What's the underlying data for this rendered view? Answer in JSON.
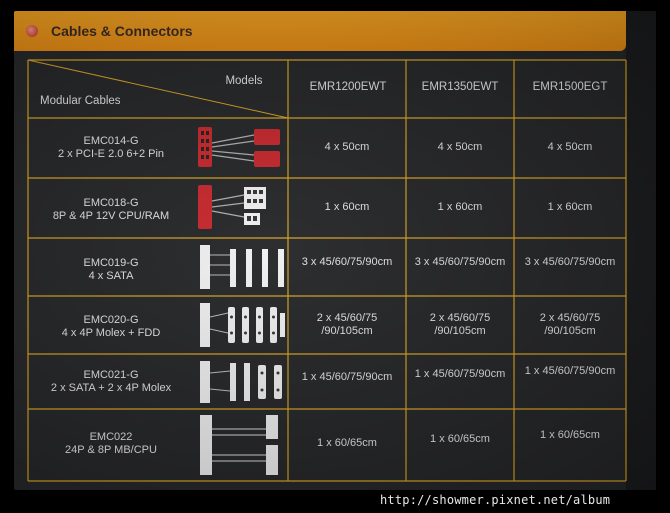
{
  "header": {
    "title": "Cables & Connectors"
  },
  "table": {
    "corner_top": "Models",
    "corner_bottom": "Modular Cables",
    "columns": [
      "EMR1200EWT",
      "EMR1350EWT",
      "EMR1500EGT"
    ],
    "rows": [
      {
        "model": "EMC014-G",
        "desc": "2 x PCI-E 2.0 6+2 Pin",
        "icon": "pcie-connector-icon",
        "icon_color": "#c8272c",
        "values": [
          "4 x 50cm",
          "4 x 50cm",
          "4 x 50cm"
        ]
      },
      {
        "model": "EMC018-G",
        "desc": "8P & 4P 12V CPU/RAM",
        "icon": "cpu-connector-icon",
        "icon_color": "#c8272c",
        "values": [
          "1 x 60cm",
          "1 x 60cm",
          "1 x 60cm"
        ]
      },
      {
        "model": "EMC019-G",
        "desc": "4 x SATA",
        "icon": "sata-connector-icon",
        "icon_color": "#f1f1f1",
        "values": [
          "3 x 45/60/75/90cm",
          "3 x 45/60/75/90cm",
          "3 x 45/60/75/90cm"
        ]
      },
      {
        "model": "EMC020-G",
        "desc": "4 x 4P Molex + FDD",
        "icon": "molex-connector-icon",
        "icon_color": "#f1f1f1",
        "values": [
          "2 x 45/60/75\n/90/105cm",
          "2 x 45/60/75\n/90/105cm",
          "2 x 45/60/75\n/90/105cm"
        ]
      },
      {
        "model": "EMC021-G",
        "desc": "2 x SATA + 2 x 4P Molex",
        "icon": "sata-molex-connector-icon",
        "icon_color": "#f1f1f1",
        "values": [
          "1 x 45/60/75/90cm",
          "1 x 45/60/75/90cm",
          "1 x 45/60/75/90cm"
        ]
      },
      {
        "model": "EMC022",
        "desc": "24P & 8P MB/CPU",
        "icon": "motherboard-connector-icon",
        "icon_color": "#f1f1f1",
        "values": [
          "1 x 60/65cm",
          "1 x 60/65cm",
          "1 x 60/65cm"
        ]
      }
    ]
  },
  "watermark": {
    "url": "http://showmer.pixnet.net/album"
  },
  "colors": {
    "banner": "#f0961a",
    "grid": "#d9a322",
    "background": "#252628"
  }
}
